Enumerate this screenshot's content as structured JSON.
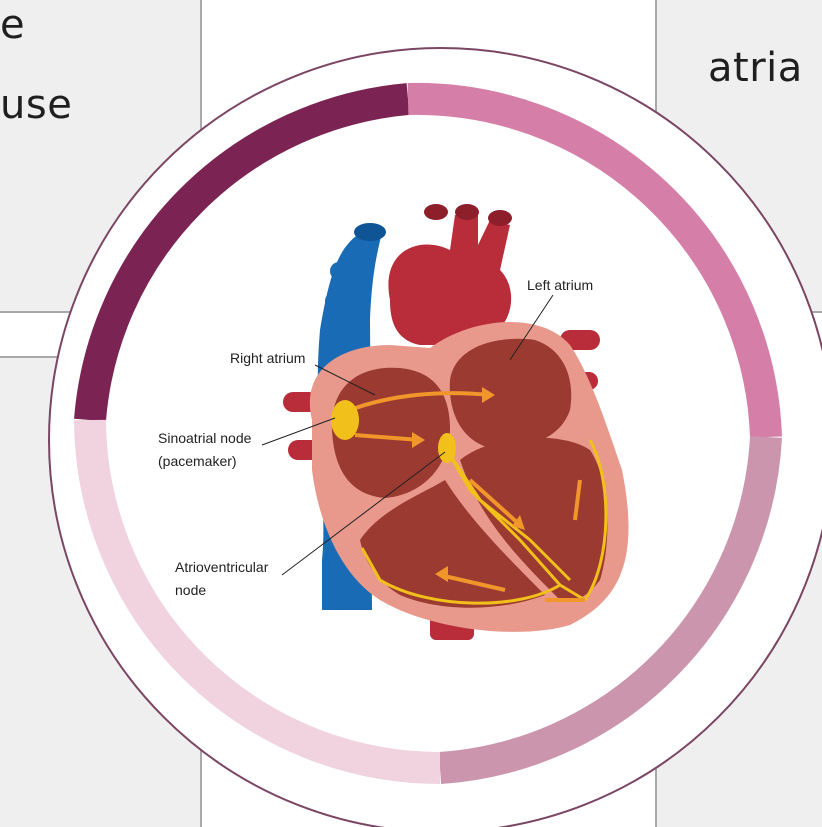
{
  "background_text": {
    "top_left_line1": "e",
    "top_left_line2": "use",
    "top_right": "atria"
  },
  "diagram": {
    "labels": {
      "left_atrium": "Left atrium",
      "right_atrium": "Right atrium",
      "sa_node_line1": "Sinoatrial node",
      "sa_node_line2": "(pacemaker)",
      "av_node_line1": "Atrioventricular",
      "av_node_line2": "node"
    },
    "ring_colors": {
      "top_left": "#7b2353",
      "top_right": "#d57fa8",
      "bottom_right": "#cb95ad",
      "bottom_left": "#f0d3df",
      "outline": "#7b4663"
    },
    "heart_colors": {
      "vein_blue": "#1a6bb5",
      "artery_red": "#b92c3a",
      "wall_pink": "#e8998c",
      "chamber": "#9a3a30",
      "node_yellow": "#f2c01a",
      "signal_orange": "#f0962a"
    }
  }
}
